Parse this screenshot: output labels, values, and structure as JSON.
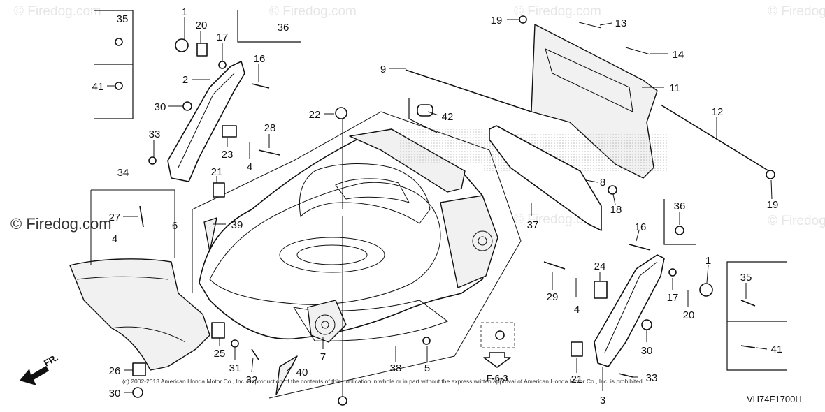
{
  "watermark": {
    "text": "© Firedog.com"
  },
  "copyright": "(c) 2002-2013 American Honda Motor Co., Inc. Reproduction of the contents of this publication in whole or in part without the express written approval of American Honda Motor Co., Inc. is prohibited.",
  "diagram_code": "VH74F1700H",
  "reference": "F-6-3",
  "front_marker": "FR.",
  "callouts": [
    "35",
    "1",
    "20",
    "17",
    "36",
    "16",
    "2",
    "41",
    "30",
    "33",
    "23",
    "28",
    "4",
    "21",
    "34",
    "27",
    "6",
    "39",
    "22",
    "42",
    "9",
    "19",
    "13",
    "14",
    "11",
    "12",
    "8",
    "18",
    "37",
    "19",
    "36",
    "16",
    "24",
    "29",
    "1",
    "4",
    "35",
    "17",
    "20",
    "30",
    "41",
    "25",
    "31",
    "32",
    "26",
    "30",
    "40",
    "7",
    "38",
    "5",
    "21",
    "33",
    "3"
  ]
}
